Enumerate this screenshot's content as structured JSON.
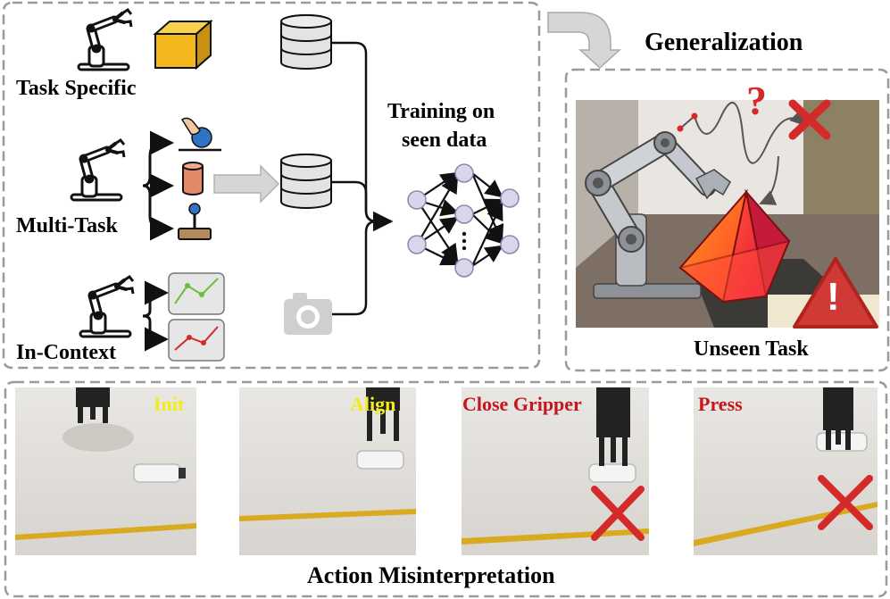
{
  "labels": {
    "task_specific": "Task Specific",
    "multi_task": "Multi-Task",
    "in_context": "In-Context",
    "training_line1": "Training on",
    "training_line2": "seen data",
    "generalization": "Generalization",
    "unseen_task": "Unseen Task",
    "question_mark": "?",
    "warning_mark": "!",
    "action_misinterpretation": "Action Misinterpretation"
  },
  "steps": [
    {
      "label": "Init",
      "color": "#f2ec1d"
    },
    {
      "label": "Align",
      "color": "#f2ec1d"
    },
    {
      "label": "Close Gripper",
      "color": "#c4161c"
    },
    {
      "label": "Press",
      "color": "#c4161c"
    }
  ],
  "colors": {
    "dashed_border": "#9a9a9a",
    "error_red": "#d42a2a",
    "node_fill": "#d9d5ea",
    "db_gray": "#e3e3e3",
    "cube_gold": "#f2b81e",
    "tape_yellow": "#d9a91f"
  },
  "icons": [
    "robot-arm-icon",
    "database-icon",
    "camera-icon",
    "neural-network-icon",
    "cube-icon",
    "warning-icon",
    "cross-icon"
  ]
}
